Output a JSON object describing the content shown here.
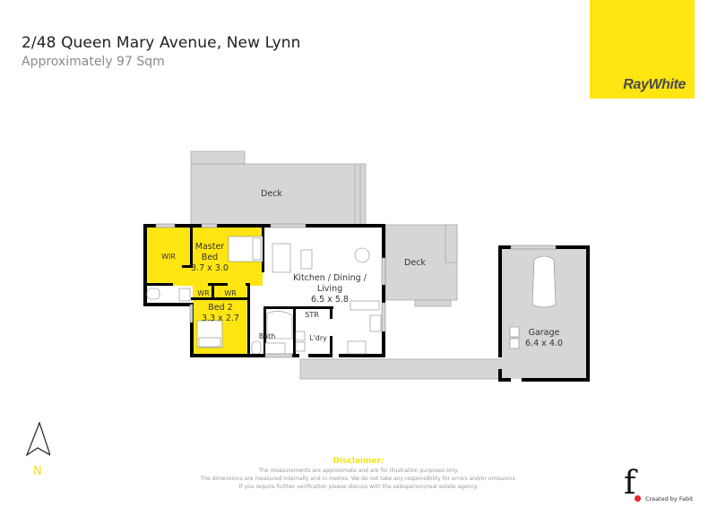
{
  "header": {
    "address": "2/48 Queen Mary Avenue, New Lynn",
    "area": "Approximately 97 Sqm"
  },
  "brand": {
    "name": "RayWhite",
    "color": "#ffe512",
    "text_color": "#4a4a4a"
  },
  "floorplan": {
    "room_fill_bedroom": "#ffe512",
    "room_fill_outdoor": "#d6d6d6",
    "wall_color": "#000000",
    "rooms": [
      {
        "name": "Deck",
        "dims": ""
      },
      {
        "name": "Deck",
        "dims": ""
      },
      {
        "name": "WIR",
        "dims": ""
      },
      {
        "name": "Master Bed",
        "line1": "Master",
        "line2": "Bed",
        "dims": "3.7 x 3.0"
      },
      {
        "name": "WR",
        "dims": ""
      },
      {
        "name": "WR",
        "dims": ""
      },
      {
        "name": "Bed 2",
        "dims": "3.3 x 2.7"
      },
      {
        "name": "Bath",
        "dims": ""
      },
      {
        "name": "STR",
        "dims": ""
      },
      {
        "name": "L'dry",
        "dims": ""
      },
      {
        "name": "Kitchen / Dining / Living",
        "line1": "Kitchen / Dining /",
        "line2": "Living",
        "dims": "6.5 x 5.8"
      },
      {
        "name": "Garage",
        "dims": "6.4 x 4.0"
      }
    ]
  },
  "compass": {
    "label": "N",
    "color": "#f3e01c"
  },
  "disclaimer": {
    "title": "Disclaimer:",
    "lines": [
      "The measurements are approximate and are for illustration purposes only.",
      "The dimensions are measured internally and in metres. We do not take any responsibility for errors and/or omissions.",
      "If you require further verification please discuss with the salesperson/real estate agency."
    ]
  },
  "credit": {
    "logo_letter": "f",
    "text": "Created by Fabit",
    "dot_color": "#e8262b"
  }
}
